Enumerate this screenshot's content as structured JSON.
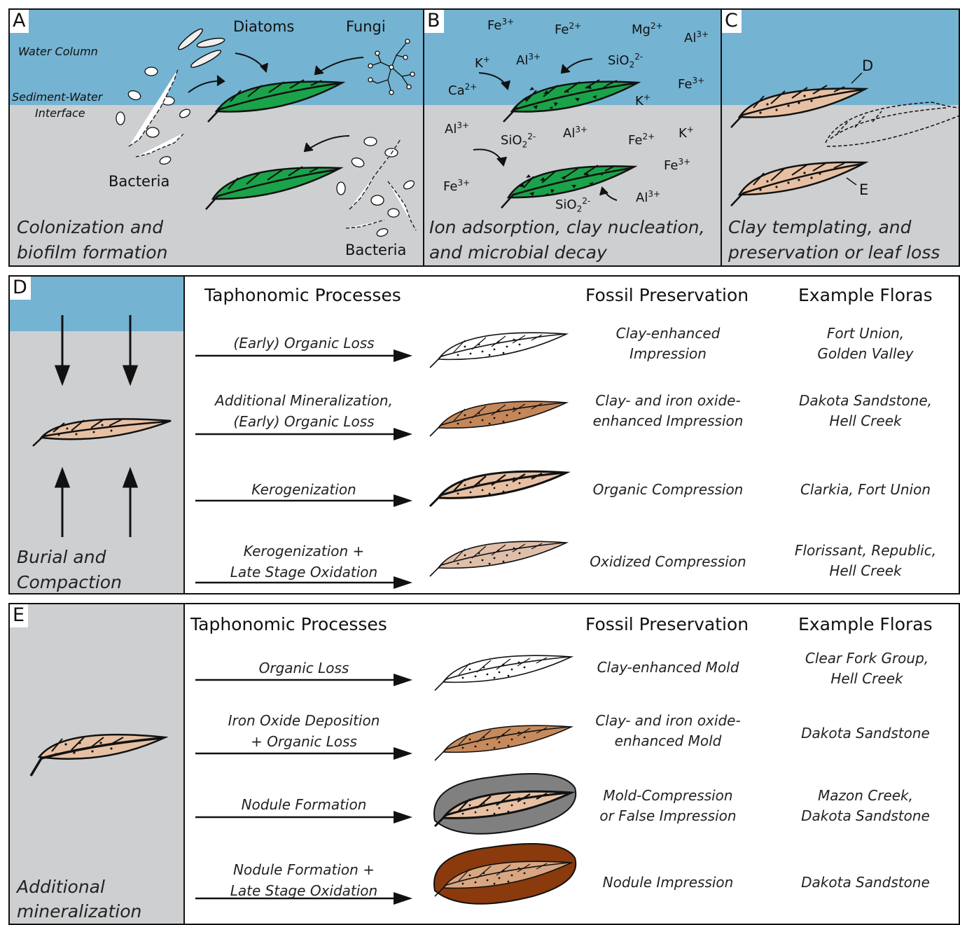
{
  "panel_a": {
    "letter": "A",
    "water_column": "Water Column",
    "interface_line1": "Sediment-Water",
    "interface_line2": "Interface",
    "diatoms": "Diatoms",
    "fungi": "Fungi",
    "bacteria_left": "Bacteria",
    "bacteria_right": "Bacteria",
    "caption_line1": "Colonization and",
    "caption_line2": "biofilm formation"
  },
  "panel_b": {
    "letter": "B",
    "ions": [
      {
        "base": "Fe",
        "sup": "3+",
        "sub": ""
      },
      {
        "base": "Fe",
        "sup": "2+",
        "sub": ""
      },
      {
        "base": "Mg",
        "sup": "2+",
        "sub": ""
      },
      {
        "base": "Al",
        "sup": "3+",
        "sub": ""
      },
      {
        "base": "K",
        "sup": "+",
        "sub": ""
      },
      {
        "base": "Al",
        "sup": "3+",
        "sub": ""
      },
      {
        "base": "SiO",
        "sup": "2-",
        "sub": "2"
      },
      {
        "base": "Fe",
        "sup": "3+",
        "sub": ""
      },
      {
        "base": "Ca",
        "sup": "2+",
        "sub": ""
      },
      {
        "base": "K",
        "sup": "+",
        "sub": ""
      },
      {
        "base": "Al",
        "sup": "3+",
        "sub": ""
      },
      {
        "base": "SiO",
        "sup": "2-",
        "sub": "2"
      },
      {
        "base": "Al",
        "sup": "3+",
        "sub": ""
      },
      {
        "base": "Fe",
        "sup": "2+",
        "sub": ""
      },
      {
        "base": "K",
        "sup": "+",
        "sub": ""
      },
      {
        "base": "Fe",
        "sup": "3+",
        "sub": ""
      },
      {
        "base": "Fe",
        "sup": "3+",
        "sub": ""
      },
      {
        "base": "SiO",
        "sup": "2-",
        "sub": "2"
      },
      {
        "base": "Al",
        "sup": "3+",
        "sub": ""
      }
    ],
    "caption_line1": "Ion adsorption, clay nucleation,",
    "caption_line2": "and microbial decay"
  },
  "panel_c": {
    "letter": "C",
    "label_d": "D",
    "label_e": "E",
    "caption_line1": "Clay templating, and",
    "caption_line2": "preservation or leaf loss"
  },
  "panel_d": {
    "letter": "D",
    "caption_line1": "Burial and",
    "caption_line2": "Compaction",
    "headers": [
      "Taphonomic Processes",
      "Fossil Preservation",
      "Example Floras"
    ],
    "rows": [
      {
        "process": [
          "(Early) Organic Loss"
        ],
        "preservation": [
          "Clay-enhanced",
          "Impression"
        ],
        "floras": [
          "Fort Union,",
          "Golden Valley"
        ],
        "leaf_color": "#ffffff"
      },
      {
        "process": [
          "Additional Mineralization,",
          "(Early) Organic Loss"
        ],
        "preservation": [
          "Clay- and iron oxide-",
          "enhanced Impression"
        ],
        "floras": [
          "Dakota Sandstone,",
          "Hell Creek"
        ],
        "leaf_color": "#c4875a"
      },
      {
        "process": [
          "Kerogenization"
        ],
        "preservation": [
          "Organic Compression"
        ],
        "floras": [
          "Clarkia, Fort Union"
        ],
        "leaf_color": "#e7c0a3"
      },
      {
        "process": [
          "Kerogenization +",
          "Late Stage Oxidation"
        ],
        "preservation": [
          "Oxidized Compression"
        ],
        "floras": [
          "Florissant, Republic,",
          "Hell Creek"
        ],
        "leaf_color": "#dfbfa9"
      }
    ]
  },
  "panel_e": {
    "letter": "E",
    "caption_line1": "Additional",
    "caption_line2": "mineralization",
    "headers": [
      "Taphonomic Processes",
      "Fossil Preservation",
      "Example Floras"
    ],
    "rows": [
      {
        "process": [
          "Organic Loss"
        ],
        "preservation": [
          "Clay-enhanced Mold"
        ],
        "floras": [
          "Clear Fork Group,",
          "Hell Creek"
        ],
        "leaf_color": "#ffffff"
      },
      {
        "process": [
          "Iron Oxide Deposition",
          "+ Organic Loss"
        ],
        "preservation": [
          "Clay- and iron oxide-",
          "enhanced Mold"
        ],
        "floras": [
          "Dakota Sandstone"
        ],
        "leaf_color": "#c78a5c"
      },
      {
        "process": [
          "Nodule Formation"
        ],
        "preservation": [
          "Mold-Compression",
          "or False Impression"
        ],
        "floras": [
          "Mazon Creek,",
          "Dakota Sandstone"
        ],
        "leaf_color": "#e7c0a3"
      },
      {
        "process": [
          "Nodule Formation +",
          "Late Stage Oxidation"
        ],
        "preservation": [
          "Nodule Impression"
        ],
        "floras": [
          "Dakota Sandstone"
        ],
        "leaf_color": "#d9a682"
      }
    ]
  },
  "colors": {
    "water": "#74b3d2",
    "sediment": "#cdcfd1",
    "leaf_green": "#1aa34a",
    "leaf_tan": "#e7c0a3",
    "nodule_grey": "#808080",
    "nodule_brown": "#8a3a0c"
  }
}
